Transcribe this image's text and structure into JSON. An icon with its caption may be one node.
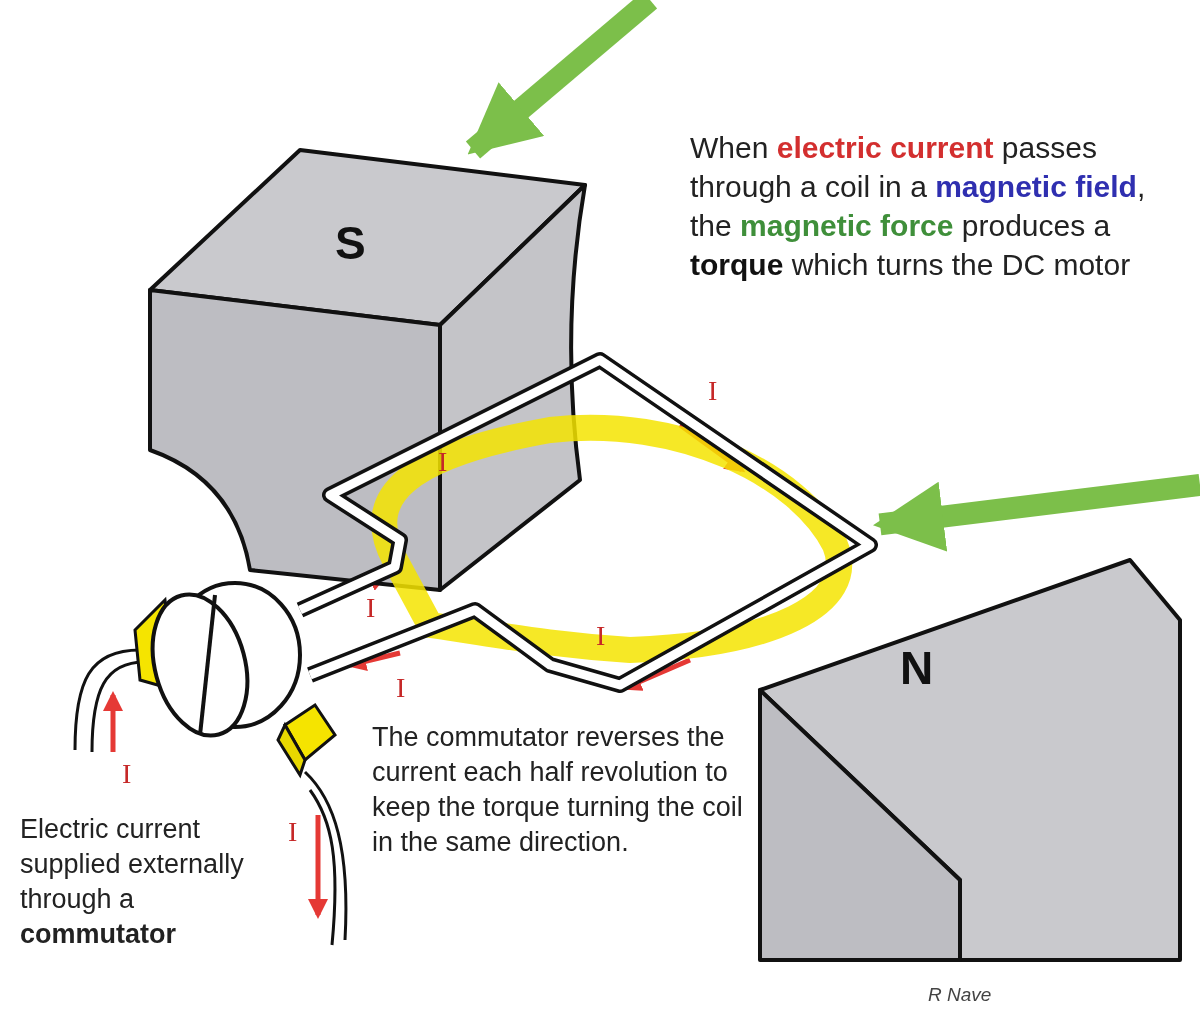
{
  "diagram": {
    "nodes": [
      {
        "text": [
          "S"
        ]
      },
      {
        "text": [
          "N"
        ]
      },
      {
        "text": [],
        "shape": "picture"
      }
    ],
    "edges": [
      {
        "from": null,
        "to": 0,
        "arrow": "to"
      },
      {
        "from": null,
        "to": 2,
        "arrow": "to"
      }
    ],
    "labels": [
      "When **electric current** passes through a coil in a **magnetic field**, the **magnetic force** produces a **torque** which turns the DC motor",
      "I",
      "I",
      "I",
      "I",
      "I",
      "I",
      "I",
      "The commutator reverses the current each half revolution to keep the torque turning the coil in the same direction.",
      "Electric current supplied externally through a **commutator**",
      "R Nave"
    ]
  }
}
